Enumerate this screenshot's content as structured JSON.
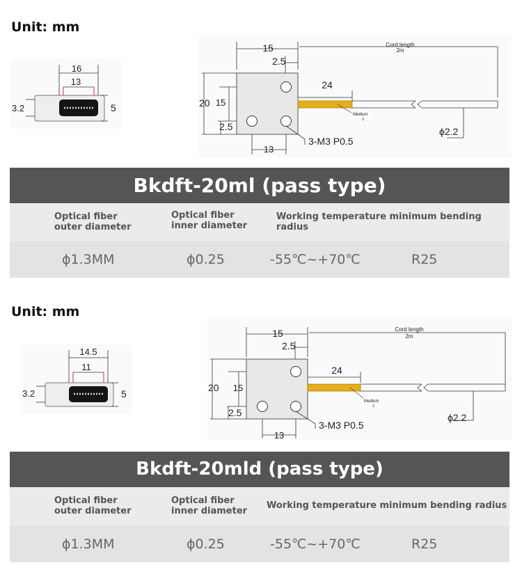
{
  "products": [
    {
      "unit_label": "Unit: mm",
      "tip": {
        "outer_width": "16",
        "inner_width": "13",
        "height_left": "3.2",
        "height_right": "5"
      },
      "sensor": {
        "width": "15",
        "hole_offset": "2.5",
        "height": "20",
        "hole_spacing_v": "15",
        "bottom_offset": "2.5",
        "hole_spacing_h": "13",
        "sleeve_length": "24",
        "cord_length_label": "Cord length",
        "cord_length_value": "2m",
        "medium_label": "Medium",
        "medium_sub": "3",
        "screw_label": "3-M3 P0.5",
        "cable_diameter": "ϕ2.2"
      },
      "title": "Bkdft-20ml (pass type)",
      "headers": [
        "Optical fiber\nouter diameter",
        "Optical fiber\ninner diameter",
        "Working temperature minimum bending\nradius"
      ],
      "values": [
        "ϕ1.3MM",
        "ϕ0.25",
        "-55℃~+70℃",
        "R25"
      ]
    },
    {
      "unit_label": "Unit: mm",
      "tip": {
        "outer_width": "14.5",
        "inner_width": "11",
        "height_left": "3.2",
        "height_right": "5"
      },
      "sensor": {
        "width": "15",
        "hole_offset": "2.5",
        "height": "20",
        "hole_spacing_v": "15",
        "bottom_offset": "2.5",
        "hole_spacing_h": "13",
        "sleeve_length": "24",
        "cord_length_label": "Cord length",
        "cord_length_value": "2m",
        "medium_label": "Medium",
        "medium_sub": "3",
        "screw_label": "3-M3 P0.5",
        "cable_diameter": "ϕ2.2"
      },
      "title": "Bkdft-20mld (pass type)",
      "headers": [
        "Optical fiber\nouter diameter",
        "Optical fiber\ninner diameter",
        "Working temperature minimum bending radius"
      ],
      "values": [
        "ϕ1.3MM",
        "ϕ0.25",
        "-55℃~+70℃",
        "R25"
      ]
    }
  ]
}
